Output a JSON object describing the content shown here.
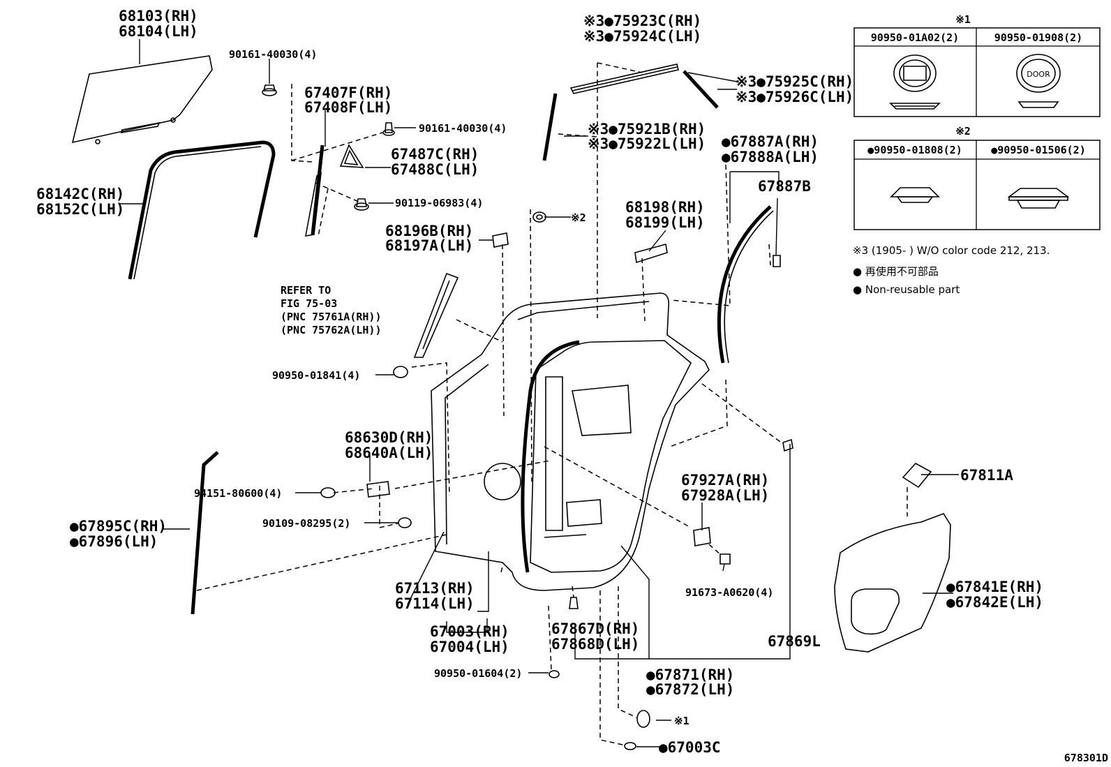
{
  "labels": {
    "l68103": "68103(RH)",
    "l68104": "68104(LH)",
    "l90161a": "90161-40030(4)",
    "l67407": "67407F(RH)",
    "l67408": "67408F(LH)",
    "l90161b": "90161-40030(4)",
    "l67487": "67487C(RH)",
    "l67488": "67488C(LH)",
    "l68142": "68142C(RH)",
    "l68152": "68152C(LH)",
    "l90119": "90119-06983(4)",
    "l75923": "※3●75923C(RH)",
    "l75924": "※3●75924C(LH)",
    "l75925": "※3●75925C(RH)",
    "l75926": "※3●75926C(LH)",
    "l75921": "※3●75921B(RH)",
    "l75922": "※3●75922L(LH)",
    "l67887a": "●67887A(RH)",
    "l67888a": "●67888A(LH)",
    "l67887b": "67887B",
    "lx2": "※2",
    "l68198": "68198(RH)",
    "l68199": "68199(LH)",
    "l68196": "68196B(RH)",
    "l68197": "68197A(LH)",
    "lref1": "REFER TO",
    "lref2": "FIG 75-03",
    "lref3": "(PNC 75761A(RH))",
    "lref4": "(PNC 75762A(LH))",
    "l90950a": "90950-01841(4)",
    "l68630": "68630D(RH)",
    "l68640": "68640A(LH)",
    "l94151": "94151-80600(4)",
    "l90109": "90109-08295(2)",
    "l67895": "●67895C(RH)",
    "l67896": "●67896(LH)",
    "l67113": "67113(RH)",
    "l67114": "67114(LH)",
    "l67003": "67003(RH)",
    "l67004": "67004(LH)",
    "l90950b": "90950-01604(2)",
    "l67867": "67867D(RH)",
    "l67868": "67868D(LH)",
    "l67871": "●67871(RH)",
    "l67872": "●67872(LH)",
    "lx1b": "※1",
    "l67003c": "●67003C",
    "l67927": "67927A(RH)",
    "l67928": "67928A(LH)",
    "l91673": "91673-A0620(4)",
    "l67869": "67869L",
    "l67811": "67811A",
    "l67841": "●67841E(RH)",
    "l67842": "●67842E(LH)",
    "lfig": "678301D"
  },
  "legend": {
    "box1_mark": "※1",
    "box1_left": "90950-01A02(2)",
    "box1_right": "90950-01908(2)",
    "door_text": "DOOR",
    "box2_mark": "※2",
    "box2_left": "●90950-01808(2)",
    "box2_right": "●90950-01506(2)",
    "note3": "※3 (1905-      ) W/O color code 212, 213.",
    "nonreuse_jp": "● 再使用不可部品",
    "nonreuse_en": "● Non-reusable part"
  }
}
